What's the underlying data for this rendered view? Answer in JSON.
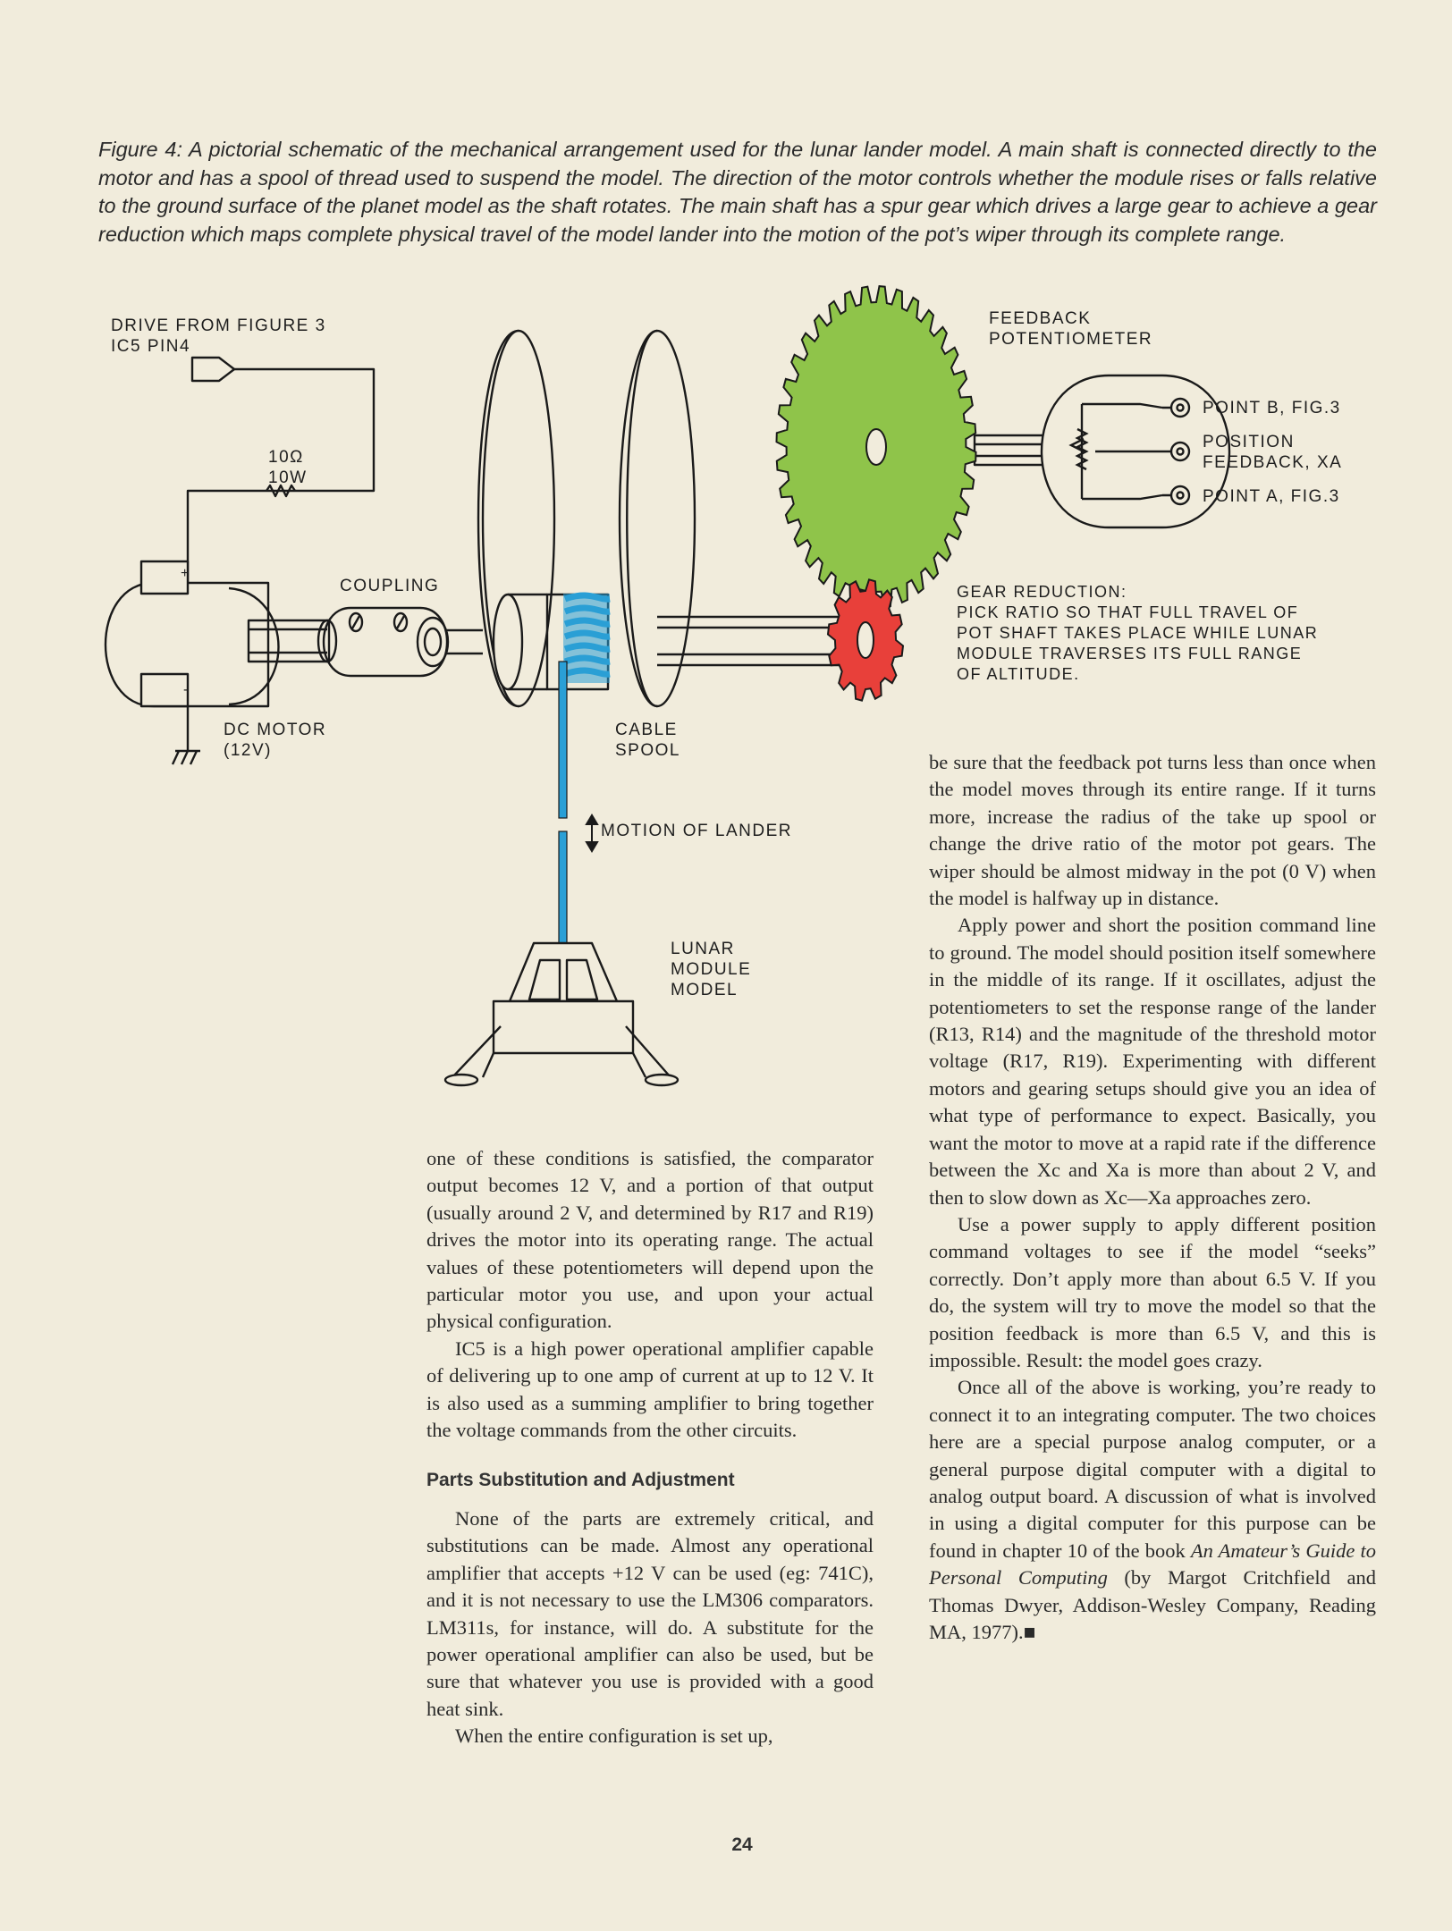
{
  "caption": {
    "label": "Figure 4:",
    "text": "A pictorial schematic of the mechanical arrangement used for the lunar lander model. A main shaft is connected directly to the motor and has a spool of thread used to suspend the model. The direction of the motor controls whether the module rises or falls relative to the ground surface of the planet model as the shaft rotates. The main shaft has a spur gear which drives a large gear to achieve a gear reduction which maps complete physical travel of the model lander into the motion of the pot’s wiper through its complete range."
  },
  "diagram": {
    "drive_from_line1": "DRIVE FROM FIGURE 3",
    "drive_from_line2": "IC5 PIN4",
    "resistor_value": "10Ω",
    "resistor_power": "10W",
    "plus_sign": "+",
    "minus_sign": "-",
    "coupling_label": "COUPLING",
    "motor_line1": "DC MOTOR",
    "motor_line2": "(12V)",
    "cable_spool_line1": "CABLE",
    "cable_spool_line2": "SPOOL",
    "motion_label": "MOTION OF LANDER",
    "lunar_line1": "LUNAR",
    "lunar_line2": "MODULE",
    "lunar_line3": "MODEL",
    "feedback_line1": "FEEDBACK",
    "feedback_line2": "POTENTIOMETER",
    "point_b": "POINT B, FIG.3",
    "position_line1": "POSITION",
    "position_line2": "FEEDBACK, Xa",
    "point_a": "POINT A, FIG.3",
    "gear_line1": "GEAR REDUCTION:",
    "gear_line2": "PICK RATIO SO THAT FULL TRAVEL OF",
    "gear_line3": "POT SHAFT TAKES PLACE WHILE LUNAR",
    "gear_line4": "MODULE TRAVERSES ITS FULL RANGE",
    "gear_line5": "OF ALTITUDE.",
    "colors": {
      "large_gear": "#8fc44a",
      "small_gear": "#e8403a",
      "cable": "#2a9fd6",
      "line": "#1a1a1a"
    }
  },
  "left_column": {
    "p1": "one of these conditions is satisfied, the comparator output becomes 12 V, and a portion of that output (usually around 2 V, and determined by R17 and R19) drives the motor into its operating range. The actual values of these potentiometers will depend upon the particular motor you use, and upon your actual physical configuration.",
    "p2": "IC5 is a high power operational amplifier capable of delivering up to one amp of current at up to 12 V. It is also used as a summing amplifier to bring together the voltage commands from the other circuits.",
    "heading": "Parts Substitution and Adjustment",
    "p3": "None of the parts are extremely critical, and substitutions can be made. Almost any operational amplifier that accepts +12 V can be used (eg: 741C), and it is not necessary to use the LM306 comparators. LM311s, for instance, will do. A substitute for the power operational amplifier can also be used, but be sure that whatever you use is provided with a good heat sink.",
    "p4": "When the entire configuration is set up,"
  },
  "right_column": {
    "p1": "be sure that the feedback pot turns less than once when the model moves through its entire range. If it turns more, increase the radius of the take up spool or change the drive ratio of the motor pot gears. The wiper should be almost midway in the pot (0 V) when the model is halfway up in distance.",
    "p2": "Apply power and short the position command line to ground. The model should position itself somewhere in the middle of its range. If it oscillates, adjust the potentiometers to set the response range of the lander (R13, R14) and the magnitude of the threshold motor voltage (R17, R19). Experimenting with different motors and gearing setups should give you an idea of what type of performance to expect. Basically, you want the motor to move at a rapid rate if the difference between the Xc and Xa is more than about 2 V, and then to slow down as Xc—Xa approaches zero.",
    "p3": "Use a power supply to apply different position command voltages to see if the model “seeks” correctly. Don’t apply more than about 6.5 V. If you do, the system will try to move the model so that the position feedback is more than 6.5 V, and this is impossible. Result: the model goes crazy.",
    "p4_a": "Once all of the above is working, you’re ready to connect it to an integrating computer. The two choices here are a special purpose analog computer, or a general purpose digital computer with a digital to analog output board. A discussion of what is involved in using a digital computer for this purpose can be found in chapter 10 of the book ",
    "p4_book": "An Amateur’s Guide to Personal Computing",
    "p4_b": " (by Margot Critchfield and Thomas Dwyer, Addison-Wesley Company, Reading MA, 1977).",
    "end_mark": "■"
  },
  "page_number": "24"
}
